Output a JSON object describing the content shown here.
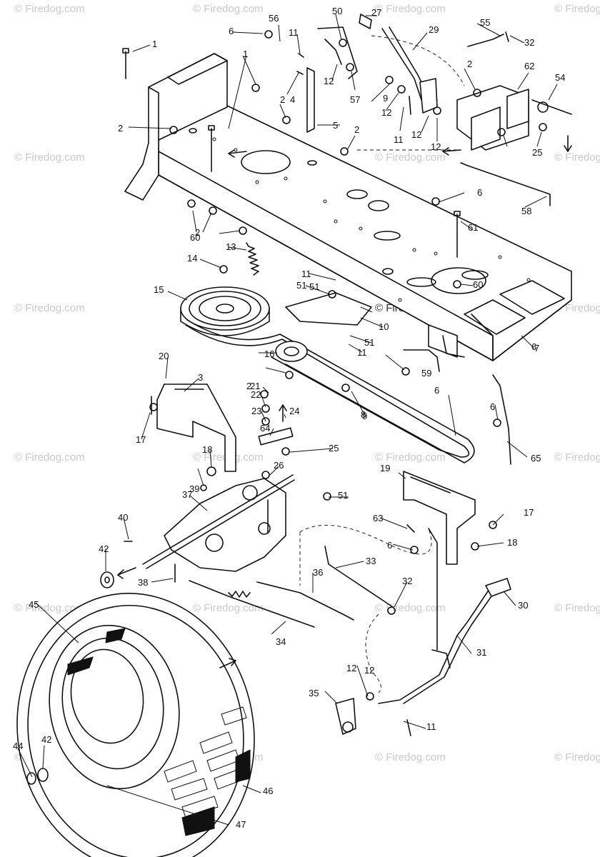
{
  "watermark": {
    "text": "© Firedog.com",
    "center_text": "© Firedog.com"
  },
  "part_labels": [
    "1",
    "1",
    "2",
    "2",
    "2",
    "2",
    "2",
    "2",
    "3",
    "4",
    "5",
    "6",
    "6",
    "6",
    "6",
    "6",
    "6",
    "7",
    "8",
    "9",
    "9",
    "10",
    "11",
    "11",
    "11",
    "11",
    "11",
    "12",
    "12",
    "12",
    "12",
    "12",
    "12",
    "13",
    "14",
    "15",
    "16",
    "17",
    "17",
    "18",
    "18",
    "19",
    "20",
    "21",
    "22",
    "23",
    "24",
    "25",
    "25",
    "26",
    "27",
    "29",
    "30",
    "31",
    "32",
    "32",
    "33",
    "34",
    "35",
    "36",
    "37",
    "38",
    "39",
    "40",
    "42",
    "42",
    "44",
    "45",
    "46",
    "47",
    "50",
    "51",
    "51",
    "51",
    "51",
    "54",
    "55",
    "56",
    "57",
    "58",
    "59",
    "60",
    "60",
    "61",
    "62",
    "63",
    "64",
    "65"
  ]
}
